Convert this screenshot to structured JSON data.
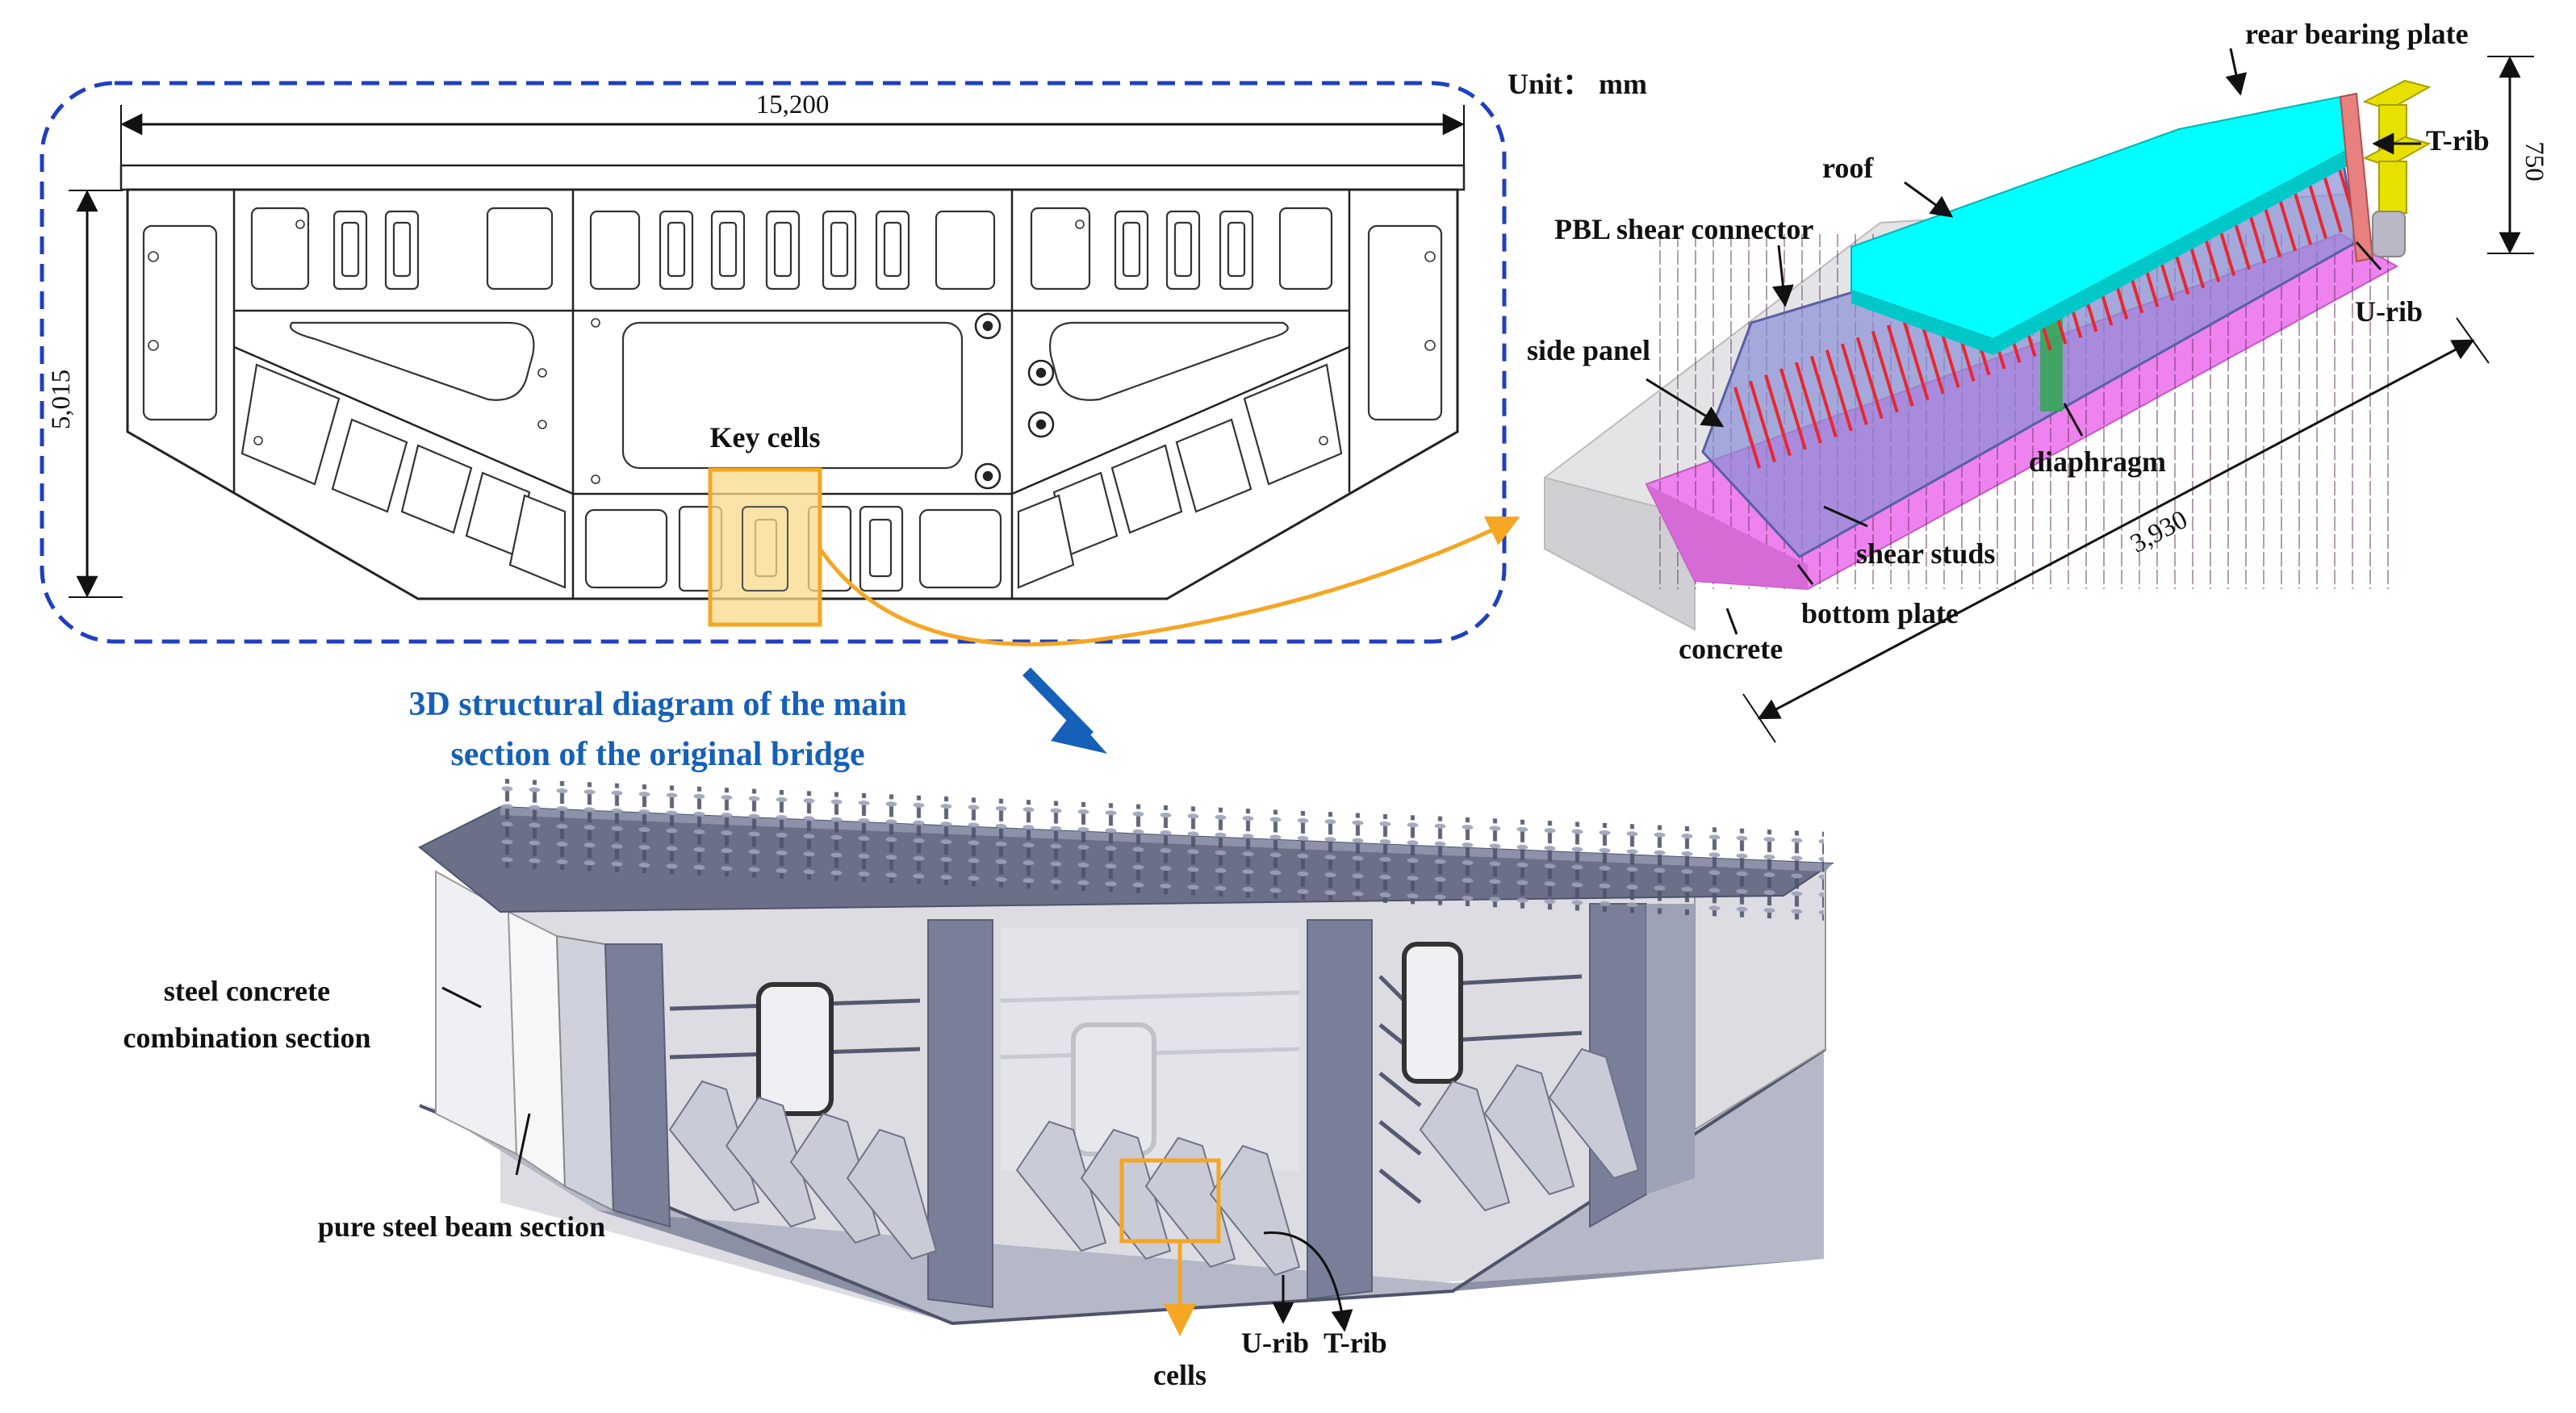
{
  "section": {
    "width_dim": "15,200",
    "height_dim": "5,015",
    "unit": "Unit： mm",
    "key_cells": "Key cells"
  },
  "detail": {
    "labels": {
      "rear_bearing_plate": "rear bearing plate",
      "t_rib": "T-rib",
      "roof": "roof",
      "pbl": "PBL shear connector",
      "side_panel": "side panel",
      "u_rib": "U-rib",
      "diaphragm": "diaphragm",
      "shear_studs": "shear studs",
      "bottom_plate": "bottom plate",
      "concrete": "concrete"
    },
    "height_dim": "750",
    "length_dim": "3,930"
  },
  "caption": {
    "line1": "3D structural diagram of the main",
    "line2": "section of the original bridge"
  },
  "bridge": {
    "labels": {
      "steel_concrete_1": "steel concrete",
      "steel_concrete_2": "combination section",
      "pure_steel": "pure steel beam section",
      "u_rib": "U-rib",
      "t_rib": "T-rib",
      "cells": "cells"
    }
  },
  "colors": {
    "dash_border": "#1f3fbf",
    "highlight": "#f5a623",
    "highlight_fill": "#f7d98a",
    "caption": "#1560b8",
    "roof": "#00ffff",
    "bottom_plate": "#ee82ee",
    "connector": "#e8272f",
    "rib_yellow": "#e8e000",
    "steel": "#7a7f99"
  }
}
